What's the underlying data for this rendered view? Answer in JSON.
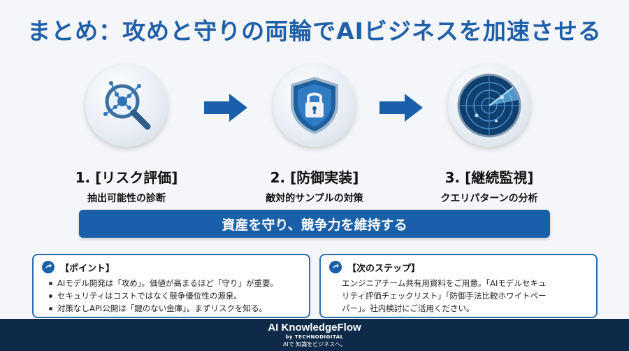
{
  "title": "まとめ：攻めと守りの両輪でAIビジネスを加速させる",
  "steps": [
    {
      "title": "1. [リスク評価]",
      "subtitle": "抽出可能性の診断",
      "icon": "magnifier-network-icon"
    },
    {
      "title": "2. [防御実装]",
      "subtitle": "敵対的サンプルの対策",
      "icon": "shield-lock-icon"
    },
    {
      "title": "3. [継続監視]",
      "subtitle": "クエリパターンの分析",
      "icon": "radar-icon"
    }
  ],
  "banner": "資産を守り、競争力を維持する",
  "points": {
    "heading": "【ポイント】",
    "items": [
      "AIモデル開発は「攻め」。価値が高まるほど「守り」が重要。",
      "セキュリティはコストではなく競争優位性の源泉。",
      "対策なしAPI公開は「鍵のない金庫」。まずリスクを知る。"
    ]
  },
  "next_steps": {
    "heading": "【次のステップ】",
    "lines": [
      "エンジニアチーム共有用資料をご用意。「AIモデルセキュ",
      "リティ評価チェックリスト」「防御手法比較ホワイトペー",
      "パー」。社内検討にご活用ください。"
    ]
  },
  "footer": {
    "brand": "AI KnowledgeFlow",
    "by": "by TECHNODIGITAL",
    "tagline": "AIで 知識をビジネスへ。"
  },
  "colors": {
    "accent": "#1f5fa8",
    "banner": "#1a5fa9",
    "footer": "#0e2a48"
  }
}
